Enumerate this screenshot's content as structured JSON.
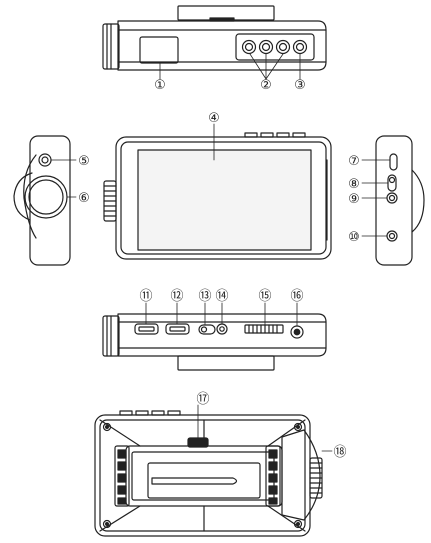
{
  "callouts": [
    {
      "id": "c1",
      "label": "①"
    },
    {
      "id": "c2",
      "label": "②"
    },
    {
      "id": "c3",
      "label": "③"
    },
    {
      "id": "c4",
      "label": "④"
    },
    {
      "id": "c5",
      "label": "⑤"
    },
    {
      "id": "c6",
      "label": "⑥"
    },
    {
      "id": "c7",
      "label": "⑦"
    },
    {
      "id": "c8",
      "label": "⑧"
    },
    {
      "id": "c9",
      "label": "⑨"
    },
    {
      "id": "c10",
      "label": "⑩"
    },
    {
      "id": "c11",
      "label": "⑪"
    },
    {
      "id": "c12",
      "label": "⑫"
    },
    {
      "id": "c13",
      "label": "⑬"
    },
    {
      "id": "c14",
      "label": "⑭"
    },
    {
      "id": "c15",
      "label": "⑮"
    },
    {
      "id": "c16",
      "label": "⑯"
    },
    {
      "id": "c17",
      "label": "⑰"
    },
    {
      "id": "c18",
      "label": "⑱"
    }
  ],
  "colors": {
    "stroke": "#222222",
    "background": "#ffffff",
    "screen": "#f4f4f4"
  }
}
